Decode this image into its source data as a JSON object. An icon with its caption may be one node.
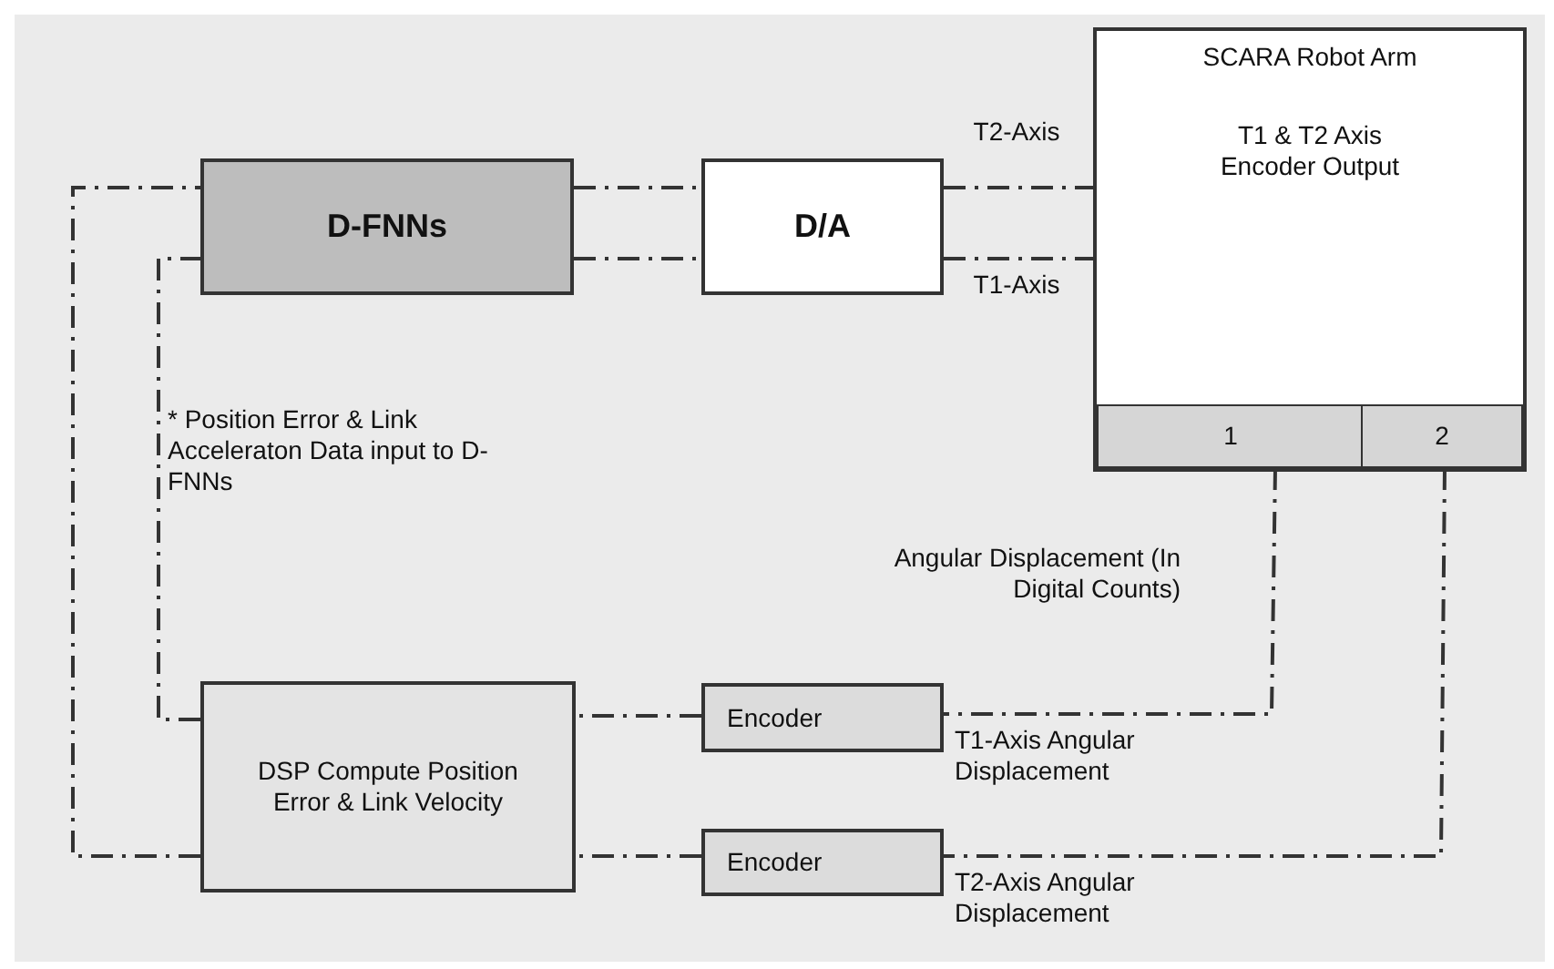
{
  "diagram": {
    "nodes": [
      {
        "text": [
          "D-FNNs"
        ]
      },
      {
        "text": [
          "D/A"
        ]
      },
      {
        "text": [
          "SCARA Robot Arm",
          "T1 & T2 Axis Encoder Output"
        ]
      },
      {
        "text": [
          "1"
        ],
        "in": 2
      },
      {
        "text": [
          "2"
        ],
        "in": 2
      },
      {
        "text": [
          "DSP Compute Position Error & Link Velocity"
        ]
      },
      {
        "text": [
          "Encoder"
        ]
      },
      {
        "text": [
          "Encoder"
        ]
      }
    ],
    "edges": [
      {
        "from": 0,
        "to": 1,
        "arrow": "none"
      },
      {
        "from": 0,
        "to": 1,
        "arrow": "none"
      },
      {
        "from": 1,
        "to": 2,
        "arrow": "none",
        "label": "T2-Axis"
      },
      {
        "from": 1,
        "to": 2,
        "arrow": "none",
        "label": "T1-Axis"
      },
      {
        "from": 3,
        "to": 6,
        "arrow": "none",
        "label": "T1-Axis Angular Displacement"
      },
      {
        "from": 4,
        "to": 7,
        "arrow": "none",
        "label": "T2-Axis Angular Displacement"
      },
      {
        "from": 6,
        "to": 5,
        "arrow": "none"
      },
      {
        "from": 7,
        "to": 5,
        "arrow": "none"
      },
      {
        "from": 5,
        "to": 0,
        "arrow": "none"
      },
      {
        "from": 5,
        "to": 0,
        "arrow": "none",
        "label": "* Position Error & Link Acceleraton Data input to D-FNNs"
      }
    ],
    "labels": [
      "Angular Displacement (In Digital Counts)"
    ]
  }
}
